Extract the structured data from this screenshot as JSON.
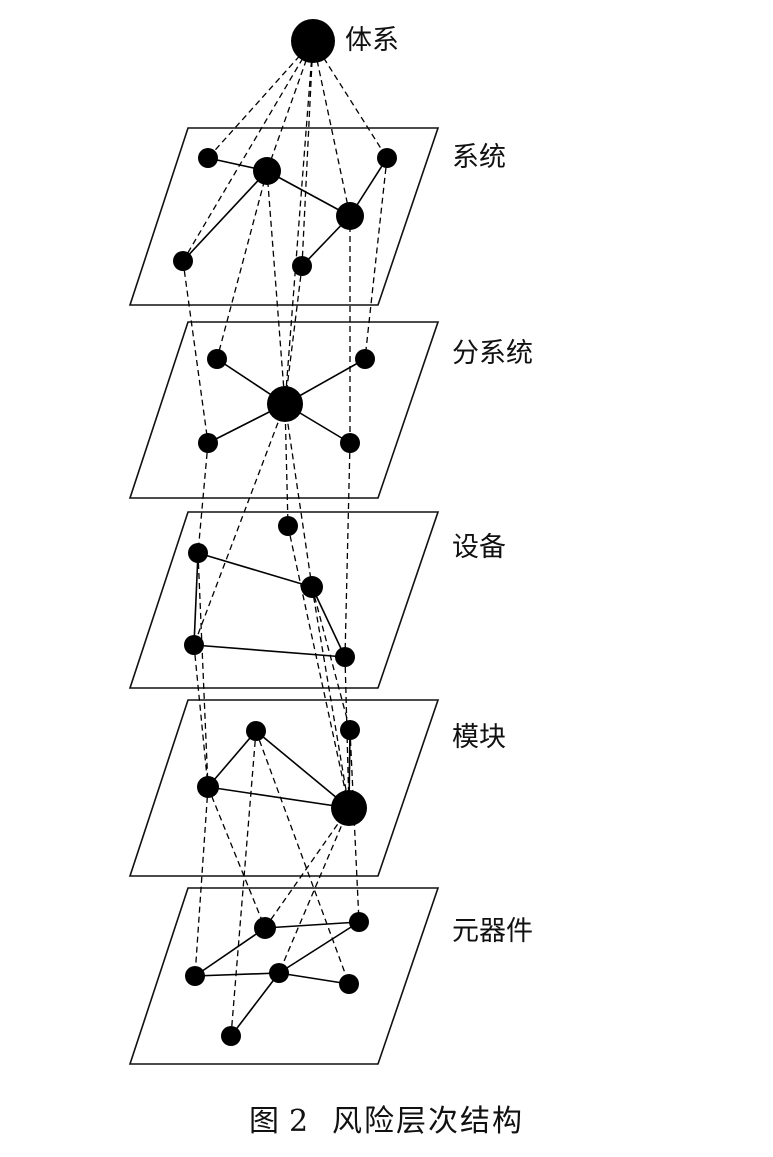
{
  "diagram": {
    "caption_prefix": "图",
    "caption_number": "2",
    "caption_title": "风险层次结构",
    "top_label": "体系",
    "layers": [
      {
        "id": "system",
        "label": "系统"
      },
      {
        "id": "subsystem",
        "label": "分系统"
      },
      {
        "id": "equipment",
        "label": "设备"
      },
      {
        "id": "module",
        "label": "模块"
      },
      {
        "id": "component",
        "label": "元器件"
      }
    ],
    "colors": {
      "ink": "#000000",
      "plane_stroke": "#111111",
      "background": "#ffffff"
    }
  }
}
